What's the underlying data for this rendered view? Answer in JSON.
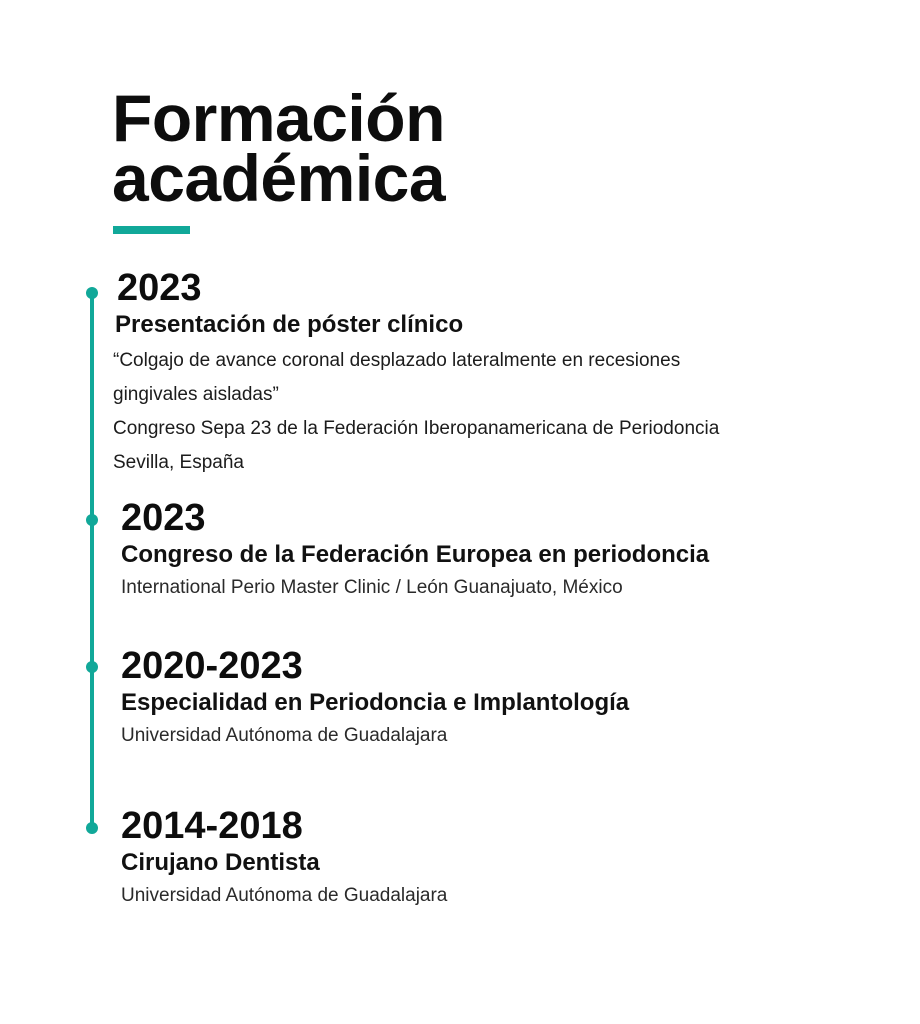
{
  "colors": {
    "accent": "#11a899",
    "text": "#0d0d0d"
  },
  "title": {
    "line1": "Formación",
    "line2": "académica"
  },
  "entries": [
    {
      "year": "2023",
      "title": "Presentación de póster clínico",
      "lines": [
        "“Colgajo de avance coronal desplazado lateralmente en recesiones",
        "gingivales aisladas”",
        "Congreso Sepa 23 de la Federación Iberopanamericana de Periodoncia",
        "Sevilla, España"
      ]
    },
    {
      "year": "2023",
      "title": "Congreso de la Federación Europea en periodoncia",
      "lines": [
        "International Perio Master Clinic / León Guanajuato, México"
      ]
    },
    {
      "year": "2020-2023",
      "title": "Especialidad en Periodoncia e Implantología",
      "lines": [
        "Universidad Autónoma de Guadalajara"
      ]
    },
    {
      "year": "2014-2018",
      "title": "Cirujano Dentista",
      "lines": [
        "Universidad Autónoma de Guadalajara"
      ]
    }
  ]
}
